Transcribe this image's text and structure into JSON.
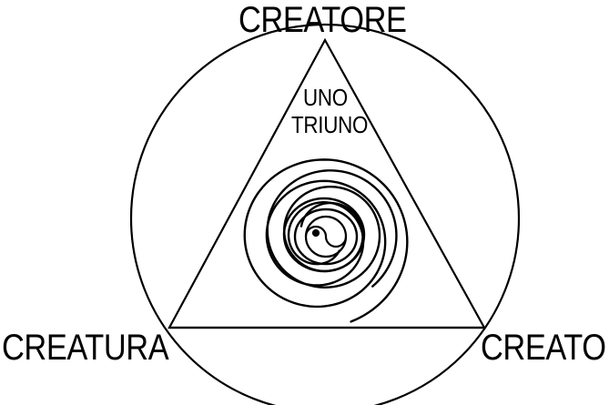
{
  "labels": {
    "top": "CREATORE",
    "left": "CREATURA",
    "right": "CREATO",
    "center_line1": "UNO",
    "center_line2": "TRIUNO"
  },
  "colors": {
    "stroke": "#000000",
    "background": "#ffffff"
  }
}
